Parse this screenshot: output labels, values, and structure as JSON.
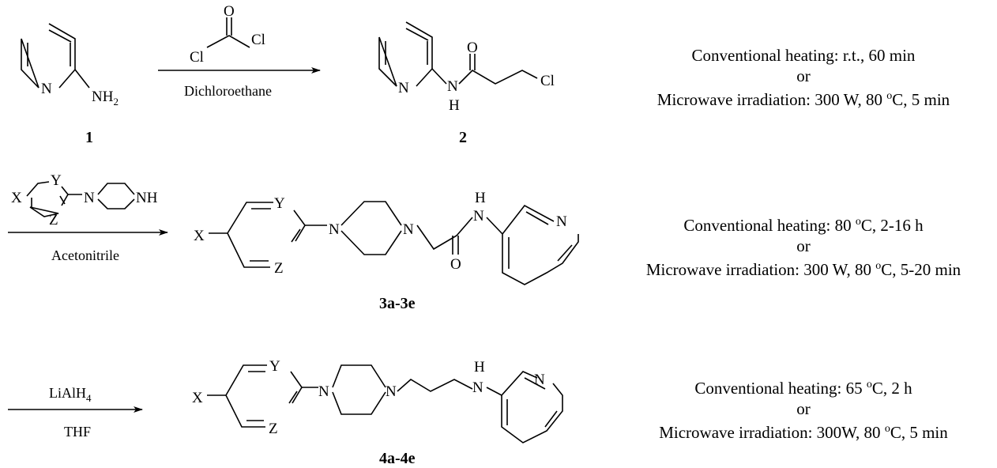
{
  "step1": {
    "reagent_top_atoms": {
      "o": "O",
      "cl_left": "Cl",
      "cl_right": "Cl"
    },
    "solvent": "Dichloroethane",
    "compound1": {
      "n": "N",
      "nh": "NH",
      "sub": "2",
      "label": "1"
    },
    "compound2": {
      "n": "N",
      "nh_n": "N",
      "nh_h": "H",
      "o": "O",
      "cl": "Cl",
      "label": "2"
    },
    "conditions": {
      "conventional": "Conventional heating: r.t., 60 min",
      "or": "or",
      "microwave_pre": "Microwave irradiation: 300 W, 80 ",
      "deg": "o",
      "microwave_post": "C, 5 min"
    }
  },
  "step2": {
    "reagent_atoms": {
      "x": "X",
      "y": "Y",
      "z": "Z",
      "n": "N",
      "nh": "NH"
    },
    "solvent": "Acetonitrile",
    "product": {
      "x": "X",
      "y": "Y",
      "z": "Z",
      "n1": "N",
      "n2": "N",
      "nh_n": "N",
      "nh_h": "H",
      "o": "O",
      "py_n": "N",
      "label": "3a-3e"
    },
    "conditions": {
      "conventional_pre": "Conventional heating: 80 ",
      "deg": "o",
      "conventional_post": "C, 2-16 h",
      "or": "or",
      "microwave_pre": "Microwave irradiation: 300 W, 80 ",
      "microwave_post": "C, 5-20 min"
    }
  },
  "step3": {
    "reagent": "LiAlH",
    "reagent_sub": "4",
    "solvent": "THF",
    "product": {
      "x": "X",
      "y": "Y",
      "z": "Z",
      "n1": "N",
      "n2": "N",
      "nh_n": "N",
      "nh_h": "H",
      "py_n": "N",
      "label": "4a-4e"
    },
    "conditions": {
      "conventional_pre": "Conventional heating: 65 ",
      "deg": "o",
      "conventional_post": "C, 2 h",
      "or": "or",
      "microwave_pre": "Microwave irradiation: 300W, 80 ",
      "microwave_post": "C, 5 min"
    }
  }
}
